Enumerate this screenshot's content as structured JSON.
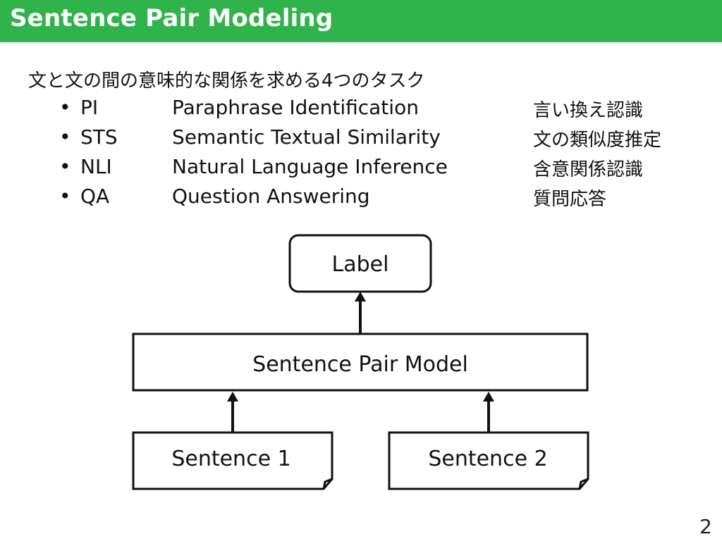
{
  "header": {
    "title": "Sentence Pair Modeling",
    "background": "#2fb34a"
  },
  "intro": "文と文の間の意味的な関係を求める4つのタスク",
  "tasks": [
    {
      "bullet": "•",
      "abbr": "PI",
      "full": "Paraphrase Identification",
      "jp": "言い換え認識"
    },
    {
      "bullet": "•",
      "abbr": "STS",
      "full": "Semantic Textual Similarity",
      "jp": "文の類似度推定"
    },
    {
      "bullet": "•",
      "abbr": "NLI",
      "full": "Natural Language Inference",
      "jp": "含意関係認識"
    },
    {
      "bullet": "•",
      "abbr": "QA",
      "full": "Question Answering",
      "jp": "質問応答"
    }
  ],
  "diagram": {
    "label_box": "Label",
    "model_box": "Sentence Pair Model",
    "sentence1": "Sentence 1",
    "sentence2": "Sentence 2"
  },
  "page_number": "2"
}
